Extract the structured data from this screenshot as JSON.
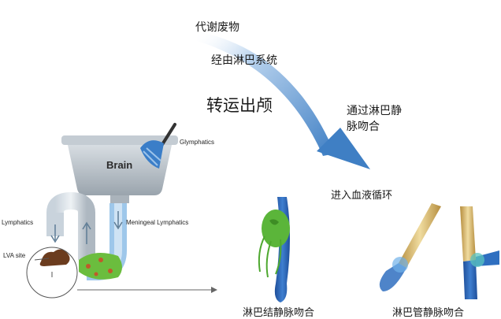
{
  "texts": {
    "metabolic_waste": "代谢废物",
    "via_lymphatic": "经由淋巴系统",
    "transport_out": "转运出颅",
    "via_lva_line1": "通过淋巴静",
    "via_lva_line2": "脉吻合",
    "enter_blood": "进入血液循环",
    "lymph_node_lva": "淋巴结静脉吻合",
    "lymph_vessel_lva": "淋巴管静脉吻合"
  },
  "sink_labels": {
    "brain": "Brain",
    "glymphatics": "Glymphatics",
    "lymphatics": "Lymphatics",
    "meningeal_lymphatics": "Meningeal Lymphatics",
    "lva_site": "LVA site"
  },
  "icons": [
    "brush-icon",
    "curved-arrow-icon",
    "sink-icon",
    "drain-pipe-icon",
    "waste-clog-icon"
  ],
  "colors": {
    "arrow_blue": "#4a86c8",
    "sink_gray": "#b7bfc6",
    "lymph_green": "#5fb33a",
    "vein_blue": "#2f5fae",
    "vessel_gold": "#c9a85a"
  }
}
